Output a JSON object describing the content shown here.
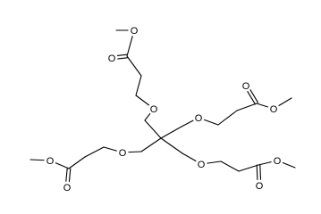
{
  "diagram": {
    "type": "chemical-structure",
    "atom_labels": [
      "O",
      "O",
      "O",
      "O",
      "O",
      "O",
      "O",
      "O",
      "O",
      "O",
      "O",
      "O"
    ],
    "colors": {
      "line": "#000000",
      "background": "#ffffff"
    }
  }
}
